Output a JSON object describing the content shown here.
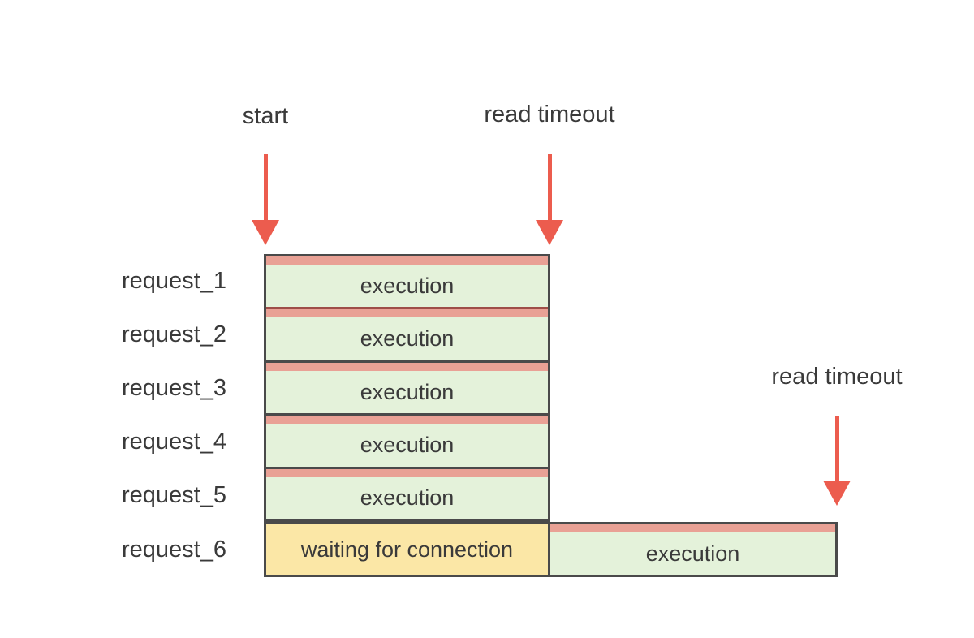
{
  "annotations": {
    "start_label": "start",
    "read_timeout_top_label": "read timeout",
    "read_timeout_right_label": "read timeout"
  },
  "timeline": {
    "rows": [
      {
        "name": "request_1",
        "segments": [
          {
            "kind": "execution",
            "label": "execution"
          }
        ]
      },
      {
        "name": "request_2",
        "segments": [
          {
            "kind": "execution",
            "label": "execution"
          }
        ]
      },
      {
        "name": "request_3",
        "segments": [
          {
            "kind": "execution",
            "label": "execution"
          }
        ]
      },
      {
        "name": "request_4",
        "segments": [
          {
            "kind": "execution",
            "label": "execution"
          }
        ]
      },
      {
        "name": "request_5",
        "segments": [
          {
            "kind": "execution",
            "label": "execution"
          }
        ]
      },
      {
        "name": "request_6",
        "segments": [
          {
            "kind": "waiting",
            "label": "waiting for connection"
          },
          {
            "kind": "execution",
            "label": "execution"
          }
        ]
      }
    ]
  },
  "colors": {
    "execution_fill": "#e4f2da",
    "latency_strip": "#e9a195",
    "waiting_fill": "#fbe7a6",
    "box_border": "#4a4a4a",
    "arrow_red": "#ec5c4e",
    "text": "#3a3a3a",
    "background": "#ffffff"
  }
}
